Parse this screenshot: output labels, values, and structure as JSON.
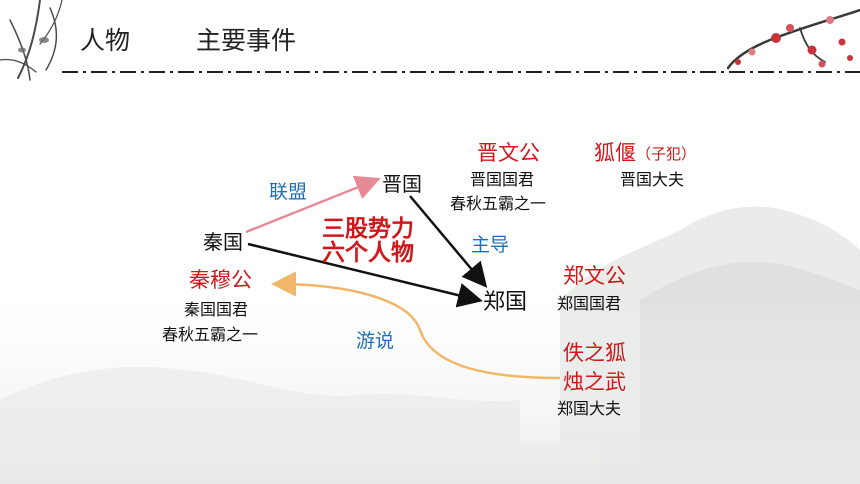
{
  "header": {
    "col_person": "人物",
    "col_event": "主要事件"
  },
  "diagram": {
    "nodes": {
      "jin": "晋国",
      "qin": "秦国",
      "zheng": "郑国"
    },
    "edge_labels": {
      "alliance": "联盟",
      "lead": "主导",
      "lobby": "游说"
    },
    "center_label": {
      "line1": "三股势力",
      "line2": "六个人物"
    },
    "people": [
      {
        "name": "晋文公",
        "desc1": "晋国国君",
        "desc2": "春秋五霸之一"
      },
      {
        "name": "狐偃",
        "note": "（子犯）",
        "desc1": "晋国大夫"
      },
      {
        "name": "秦穆公",
        "desc1": "秦国国君",
        "desc2": "春秋五霸之一"
      },
      {
        "name": "郑文公",
        "desc1": "郑国国君"
      },
      {
        "name1": "佚之狐",
        "name2": "烛之武",
        "desc1": "郑国大夫"
      }
    ],
    "colors": {
      "person_name": "#d0181b",
      "edge_label": "#1e6fb8",
      "alliance_arrow": "#e78a96",
      "lobby_arrow": "#f0b76a"
    }
  }
}
